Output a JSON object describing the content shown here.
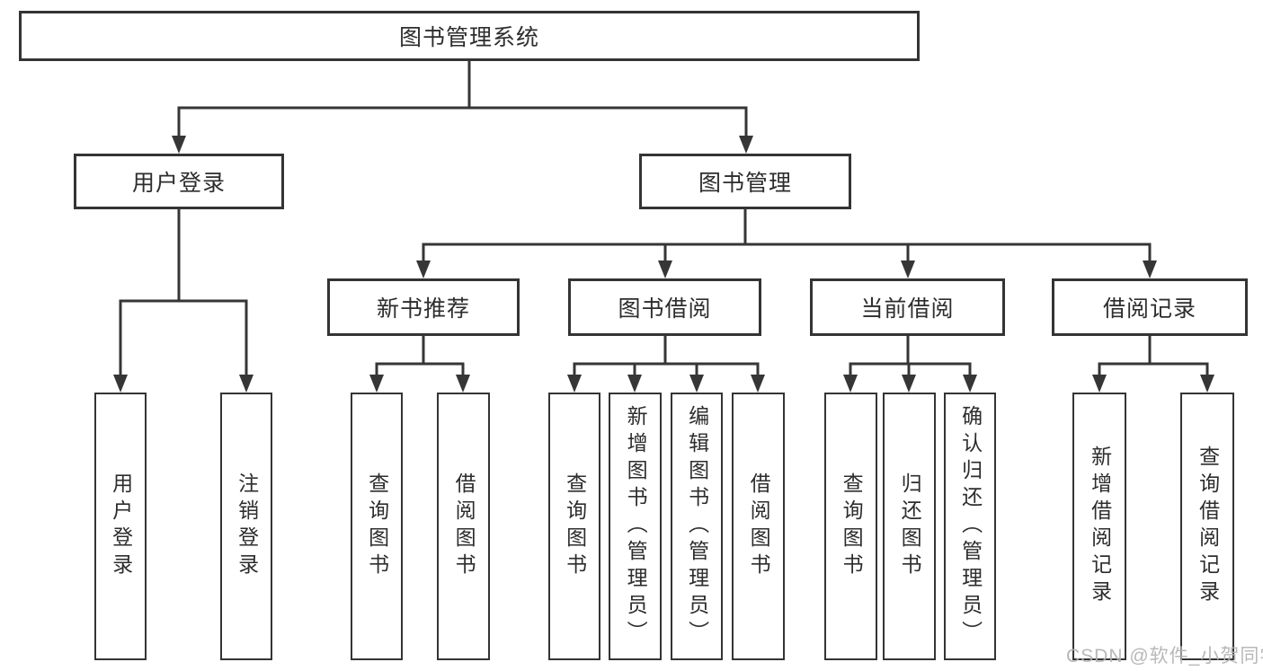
{
  "diagram": {
    "root": {
      "label": "图书管理系统"
    },
    "branches": [
      {
        "label": "用户登录",
        "children": [
          "用户登录",
          "注销登录"
        ]
      },
      {
        "label": "图书管理",
        "children": [
          {
            "label": "新书推荐",
            "children": [
              "查询图书",
              "借阅图书"
            ]
          },
          {
            "label": "图书借阅",
            "children": [
              "查询图书",
              "新增图书（管理员）",
              "编辑图书（管理员）",
              "借阅图书"
            ]
          },
          {
            "label": "当前借阅",
            "children": [
              "查询图书",
              "归还图书",
              "确认归还（管理员）"
            ]
          },
          {
            "label": "借阅记录",
            "children": [
              "新增借阅记录",
              "查询借阅记录"
            ]
          }
        ]
      }
    ]
  },
  "colors": {
    "line": "#363636",
    "border": "#343434",
    "text": "#2d2d2d",
    "watermark": "#b2b2b2"
  },
  "watermark": "CSDN @软件_小贺同学"
}
